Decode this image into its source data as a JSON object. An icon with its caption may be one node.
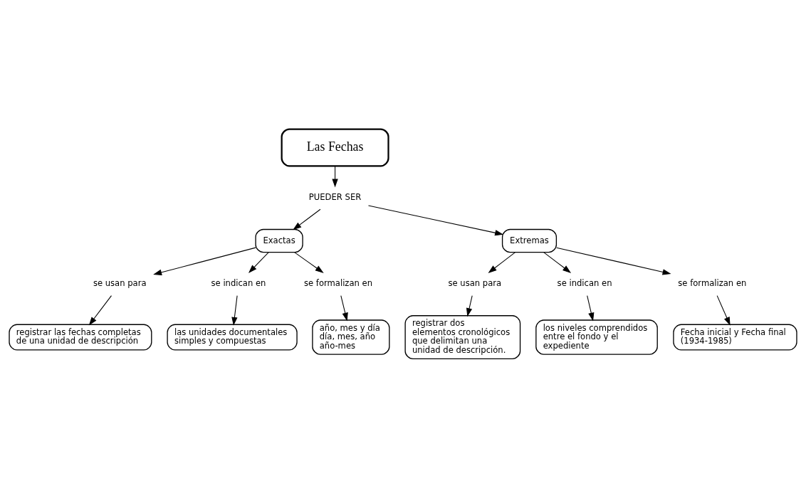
{
  "diagram": {
    "nodes": [
      {
        "text": [
          "Las Fechas"
        ]
      },
      {
        "text": [
          "PUEDER SER"
        ]
      },
      {
        "text": [
          "Exactas"
        ]
      },
      {
        "text": [
          "Extremas"
        ]
      },
      {
        "text": [
          "se usan para"
        ]
      },
      {
        "text": [
          "se indican en"
        ]
      },
      {
        "text": [
          "se formalizan en"
        ]
      },
      {
        "text": [
          "registrar las fechas completas de una unidad de descripción"
        ]
      },
      {
        "text": [
          "las unidades documentales simples y compuestas"
        ]
      },
      {
        "text": [
          "año, mes y día día, mes, año año-mes"
        ]
      },
      {
        "text": [
          "se usan para"
        ]
      },
      {
        "text": [
          "se indican en"
        ]
      },
      {
        "text": [
          "se formalizan en"
        ]
      },
      {
        "text": [
          "registrar dos elementos cronológicos que delimitan una unidad de descripción."
        ]
      },
      {
        "text": [
          "Fecha inicial y Fecha final (1934-1985)"
        ]
      },
      {
        "text": [
          "los niveles comprendidos entre el fondo y el expediente"
        ]
      }
    ],
    "edges": [
      {
        "from": 0,
        "to": 1,
        "arrow": "to"
      },
      {
        "from": 1,
        "to": 2,
        "arrow": "to"
      },
      {
        "from": 1,
        "to": 3,
        "arrow": "to"
      },
      {
        "from": 2,
        "to": 4,
        "arrow": "to"
      },
      {
        "from": 2,
        "to": 5,
        "arrow": "to"
      },
      {
        "from": 2,
        "to": 6,
        "arrow": "to"
      },
      {
        "from": 4,
        "to": 7,
        "arrow": "to"
      },
      {
        "from": 5,
        "to": 8,
        "arrow": "to"
      },
      {
        "from": 6,
        "to": 9,
        "arrow": "to"
      },
      {
        "from": 3,
        "to": 10,
        "arrow": "to"
      },
      {
        "from": 3,
        "to": 11,
        "arrow": "to"
      },
      {
        "from": 3,
        "to": 12,
        "arrow": "to"
      },
      {
        "from": 10,
        "to": 13,
        "arrow": "to"
      },
      {
        "from": 11,
        "to": 15,
        "arrow": "to"
      },
      {
        "from": 12,
        "to": 14,
        "arrow": "to"
      }
    ]
  }
}
